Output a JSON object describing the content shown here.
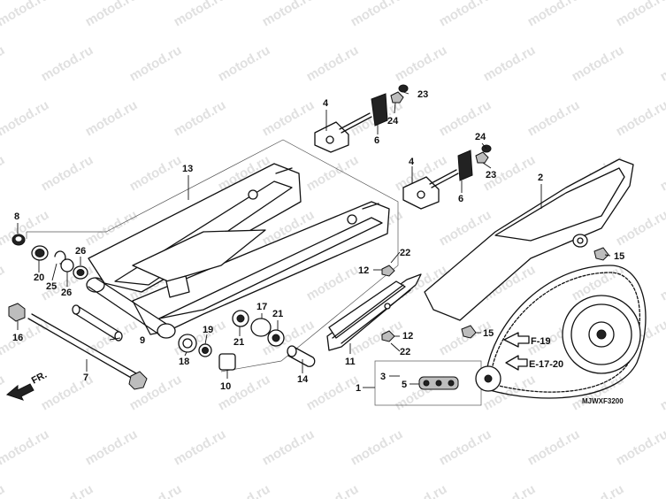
{
  "watermark": "motod.ru",
  "diagram_code": "MJWXF3200",
  "direction_label": "FR.",
  "refs": {
    "f19": "F-19",
    "e1720": "E-17-20"
  },
  "labels": {
    "p1": "1",
    "p2": "2",
    "p3": "3",
    "p4a": "4",
    "p4b": "4",
    "p5": "5",
    "p6a": "6",
    "p6b": "6",
    "p7": "7",
    "p8": "8",
    "p9": "9",
    "p10": "10",
    "p11": "11",
    "p12a": "12",
    "p12b": "12",
    "p13": "13",
    "p14": "14",
    "p15a": "15",
    "p15b": "15",
    "p16": "16",
    "p17": "17",
    "p18": "18",
    "p19": "19",
    "p20": "20",
    "p21a": "21",
    "p21b": "21",
    "p22a": "22",
    "p22b": "22",
    "p23a": "23",
    "p23b": "23",
    "p24a": "24",
    "p24b": "24",
    "p25": "25",
    "p26a": "26",
    "p26b": "26"
  }
}
